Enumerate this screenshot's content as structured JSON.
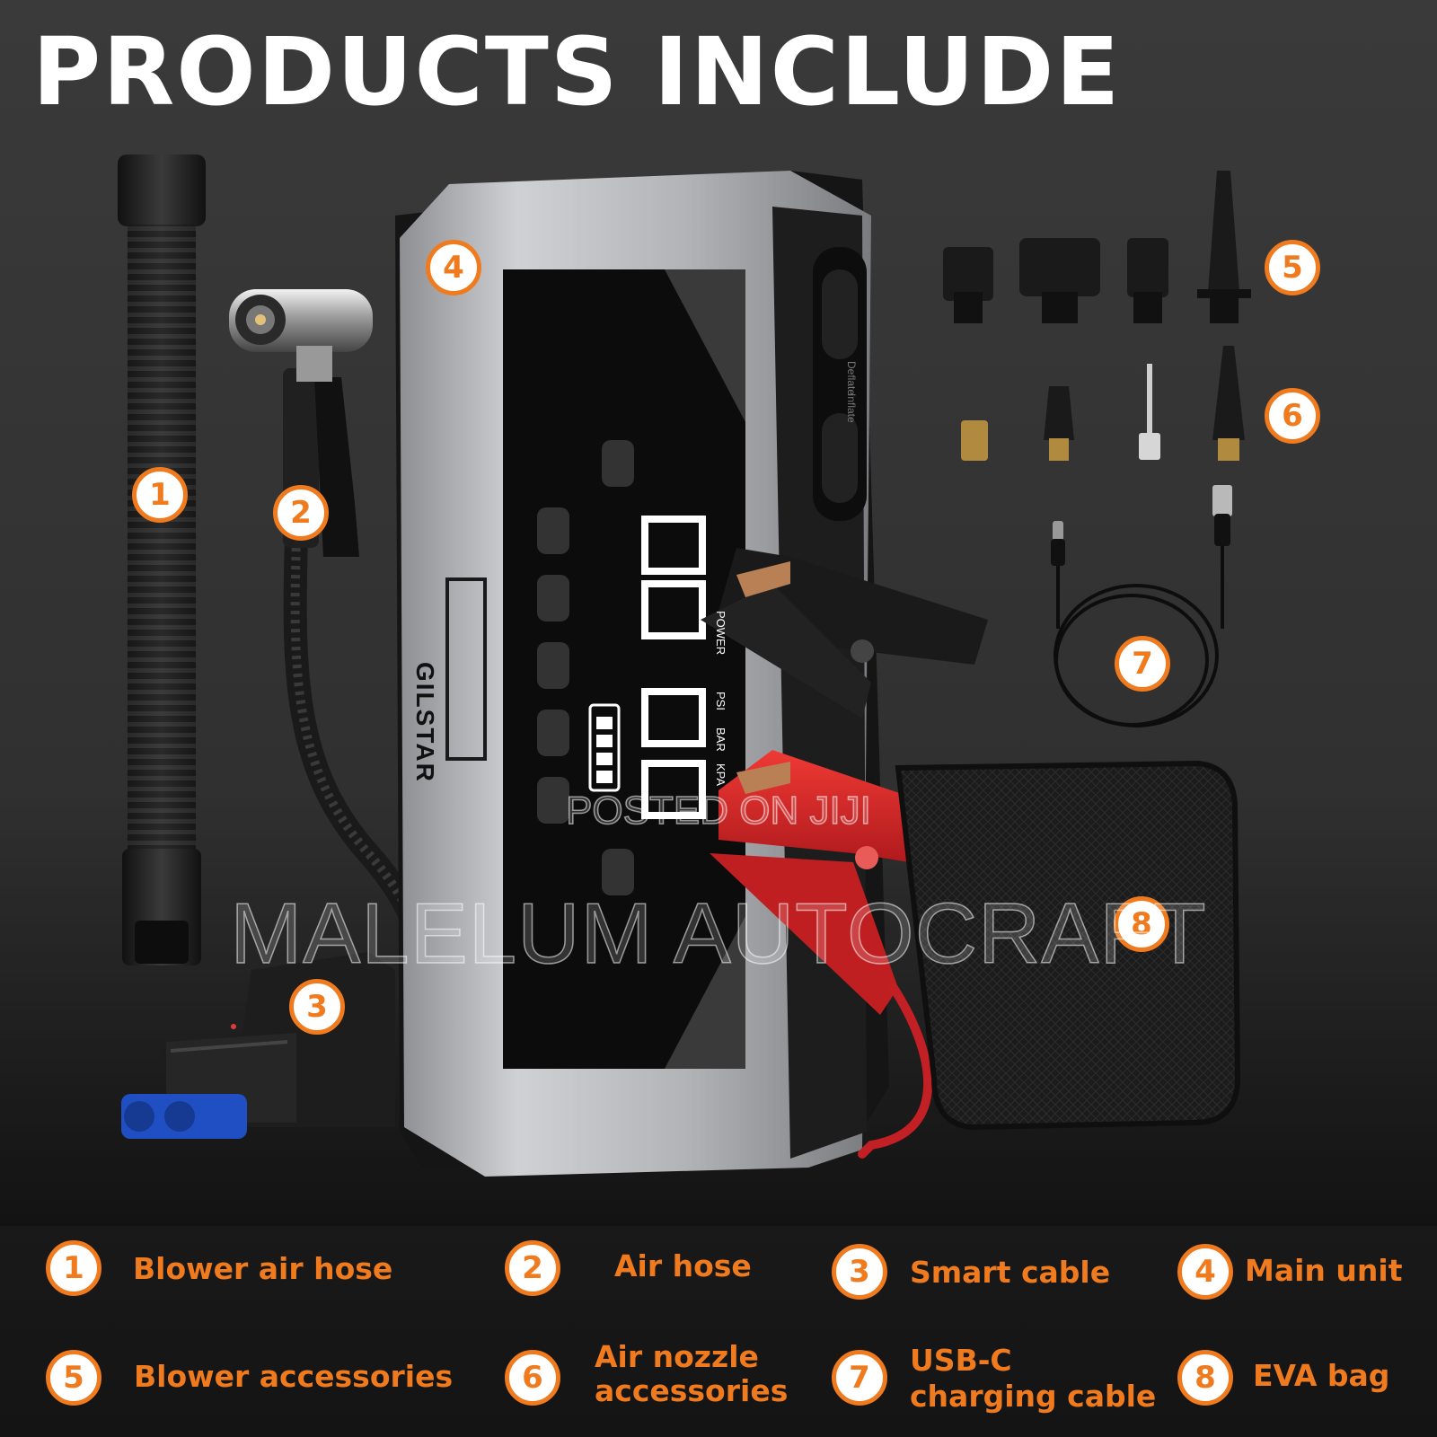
{
  "title": "PRODUCTS INCLUDE",
  "device": {
    "brand": "GILSTAR",
    "unit_labels": [
      "POWER",
      "PSI",
      "BAR",
      "KPA"
    ],
    "port_labels": [
      "Deflate",
      "Inflate"
    ]
  },
  "callouts": [
    "1",
    "2",
    "3",
    "4",
    "5",
    "6",
    "7",
    "8"
  ],
  "legend": [
    {
      "num": "1",
      "label": "Blower air hose"
    },
    {
      "num": "2",
      "label": "Air hose"
    },
    {
      "num": "3",
      "label": "Smart cable"
    },
    {
      "num": "4",
      "label": "Main unit"
    },
    {
      "num": "5",
      "label": "Blower accessories"
    },
    {
      "num": "6",
      "label": "Air nozzle accessories",
      "lines": [
        "Air nozzle",
        "accessories"
      ]
    },
    {
      "num": "7",
      "label": "USB-C charging cable",
      "lines": [
        "USB-C",
        "charging cable"
      ]
    },
    {
      "num": "8",
      "label": "EVA bag"
    }
  ],
  "watermark": {
    "line1": "POSTED ON JIJI",
    "line2": "MALELUM AUTOCRAFT"
  },
  "colors": {
    "accent": "#f07a1e",
    "background": "#333333",
    "clamp_red": "#d8262a",
    "clamp_black": "#1a1a1a"
  }
}
